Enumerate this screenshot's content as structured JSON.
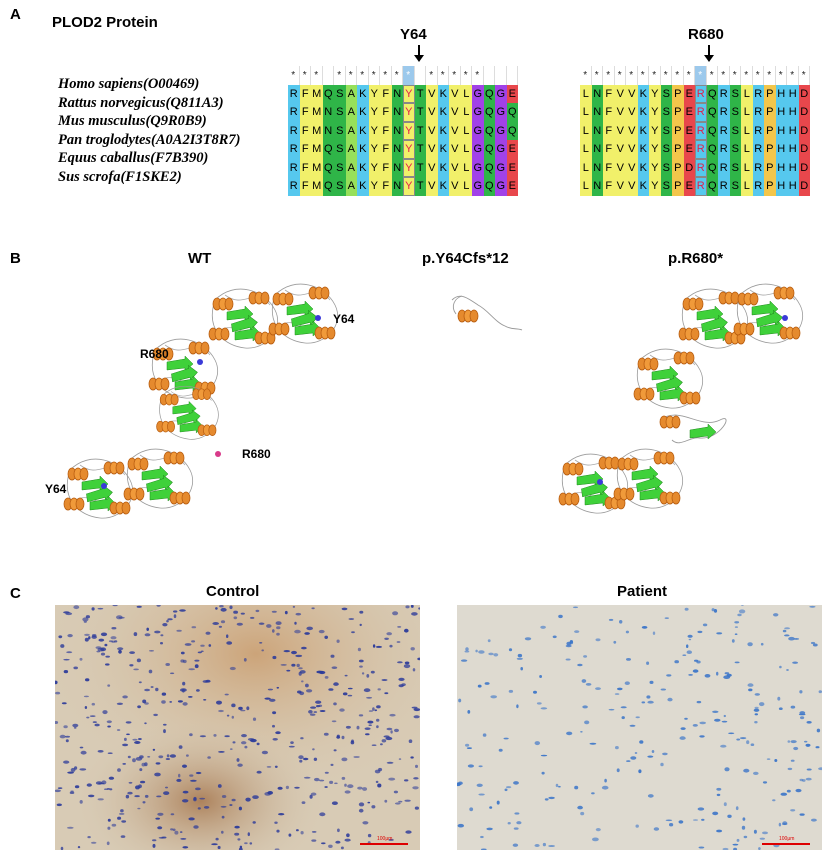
{
  "panelA": {
    "letter": "A",
    "title": "PLOD2 Protein",
    "site1": "Y64",
    "site2": "R680",
    "species": [
      "Homo sapiens(O00469)",
      "Rattus norvegicus(Q811A3)",
      "Mus musculus(Q9R0B9)",
      "Pan troglodytes(A0A2I3T8R7)",
      "Equus caballus(F7B390)",
      "Sus scrofa(F1SKE2)"
    ],
    "block1_conservation": "*** ******* ***** ",
    "block1_rows": [
      "RFMQSAKYFNYTVKVLGQGE",
      "RFMNSAKYFNYTVKVLGQGQ",
      "RFMNSAKYFNYTVKVLGQGQ",
      "RFMQSAKYFNYTVKVLGQGE",
      "RFMQSAKYFNYTVKVLGQGE",
      "RFMQSAKYFNYTVKVLGQGE"
    ],
    "block2_conservation": "*********************",
    "block2_rows": [
      "LNFVVKYSPERQRSLRPHHD",
      "LNFVVKYSPERQRSLRPHHD",
      "LNFVVKYSPERQRSLRPHHD",
      "LNFVVKYSPERQRSLRPHHD",
      "LNFVVKYSPDRQRSLRPHHD",
      "LNFVVKYSPERQRSLRPHHD"
    ],
    "highlight1_index": 10,
    "highlight2_index": 10,
    "residue_colors": {
      "R": "#56c8ee",
      "K": "#56c8ee",
      "H": "#56c8ee",
      "F": "#f1f06a",
      "M": "#f1f06a",
      "Y": "#f1f06a",
      "L": "#f1f06a",
      "V": "#f1f06a",
      "W": "#f1f06a",
      "Q": "#2fb548",
      "N": "#2fb548",
      "S": "#2fb548",
      "T": "#2fb548",
      "A": "#97e05a",
      "I": "#97e05a",
      "G": "#a142e8",
      "P": "#f3c64b",
      "E": "#e8474c",
      "D": "#e8474c",
      "C": "#f2a0c8"
    }
  },
  "panelB": {
    "letter": "B",
    "wt_title": "WT",
    "mut1_title": "p.Y64Cfs*12",
    "mut2_title": "p.R680*",
    "label_y64_top": "Y64",
    "label_r680_left": "R680",
    "label_r680_mid": "R680",
    "label_y64_bottom": "Y64"
  },
  "panelC": {
    "letter": "C",
    "control_title": "Control",
    "patient_title": "Patient",
    "scale_label": "100μm"
  }
}
